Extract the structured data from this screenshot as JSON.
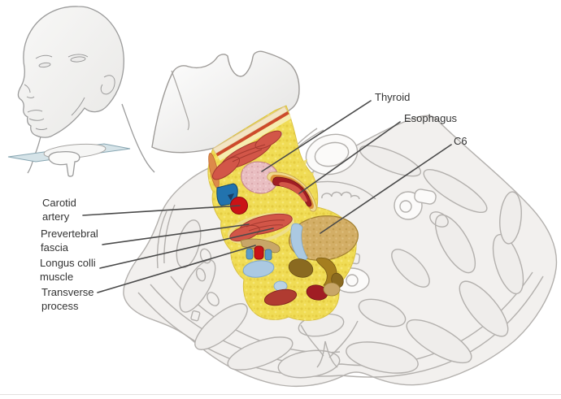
{
  "figure": {
    "labels": {
      "thyroid": "Thyroid",
      "esophagus": "Esophagus",
      "c6": "C6",
      "carotid_artery": "Carotid artery",
      "prevertebral_fascia": "Prevertebral fascia",
      "longus_colli_muscle": "Longus colli muscle",
      "transverse_process": "Transverse process"
    },
    "colors": {
      "fat_yellow": "#f0dc55",
      "fat_stroke": "#d8c043",
      "muscle_red": "#d25648",
      "muscle_stroke": "#a4392f",
      "deep_muscle_red": "#b03b31",
      "artery_red": "#ca1317",
      "artery_stroke": "#8c0b0e",
      "vein_blue": "#2273ae",
      "small_vein_blue": "#5c9cc9",
      "thyroid_pink": "#e9bec1",
      "esophagus_dark_red": "#a01d24",
      "esophagus_orange": "#dd9139",
      "esophagus_outer_band": "#f0d98c",
      "vertebra_tan": "#d3ae66",
      "vertebra_stroke": "#a2802f",
      "bone_brown": "#8a6a20",
      "bone_brown_light": "#a57e1f",
      "disc_blue": "#abc9e2",
      "cream_strip": "#f3e5c4",
      "red_strip": "#cd4a2b",
      "orange_wedge": "#dd8a4a",
      "line_art_gray": "#b3b0ad",
      "line_art_fill": "#f2f0ee",
      "slab_stroke": "#9e9b98",
      "leader_line": "#4a4a4a",
      "label_text": "#333333",
      "section_plane_blue": "#d5e3e8",
      "section_plane_stroke": "#88a6b2"
    }
  }
}
